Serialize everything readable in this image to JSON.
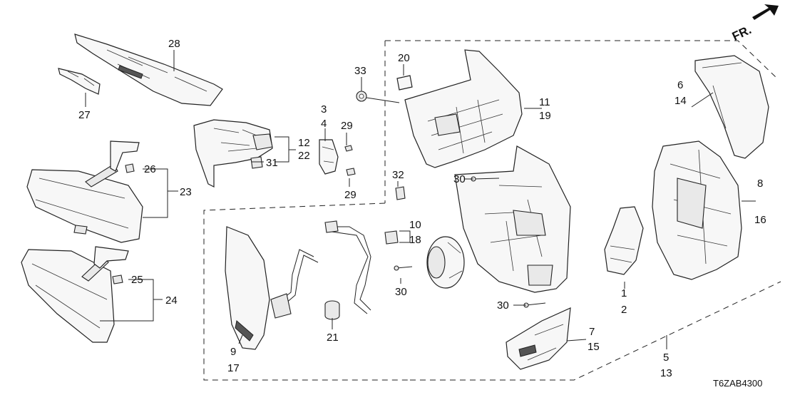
{
  "diagram": {
    "orientation": "FR.",
    "diagram_code": "T6ZAB4300",
    "callouts": {
      "c1": "1",
      "c2": "2",
      "c3": "3",
      "c4": "4",
      "c5": "5",
      "c6": "6",
      "c7": "7",
      "c8": "8",
      "c9": "9",
      "c10": "10",
      "c11": "11",
      "c12": "12",
      "c13": "13",
      "c14": "14",
      "c15": "15",
      "c16": "16",
      "c17": "17",
      "c18": "18",
      "c19": "19",
      "c20": "20",
      "c21": "21",
      "c22": "22",
      "c23": "23",
      "c24": "24",
      "c25": "25",
      "c26": "26",
      "c27": "27",
      "c28": "28",
      "c29a": "29",
      "c29b": "29",
      "c30a": "30",
      "c30b": "30",
      "c30c": "30",
      "c31": "31",
      "c32": "32",
      "c33": "33"
    }
  }
}
